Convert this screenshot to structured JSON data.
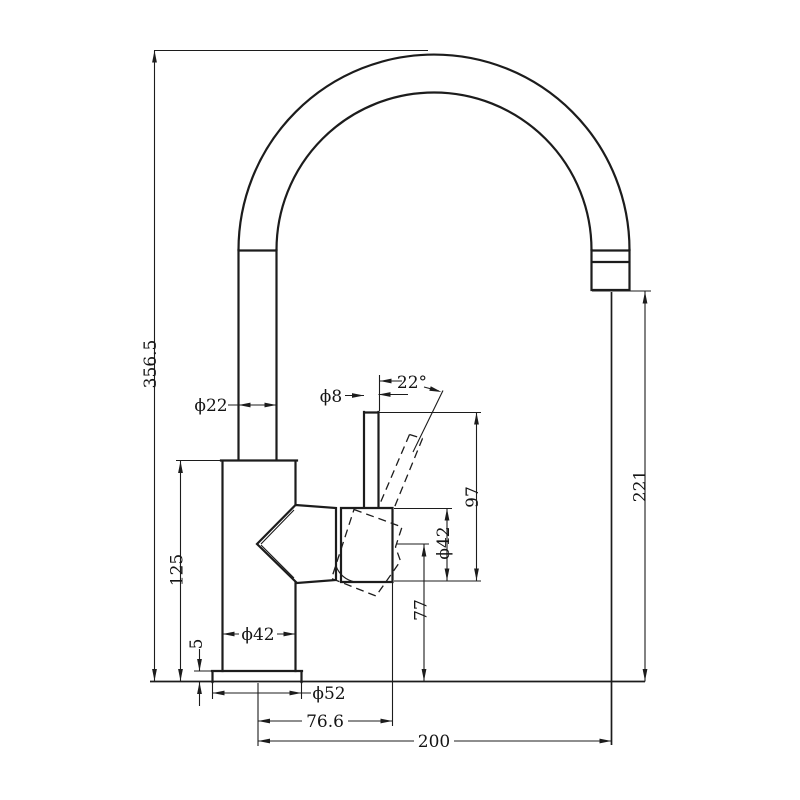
{
  "drawing": {
    "title": "kitchen-mixer-tap-technical-drawing",
    "colors": {
      "line": "#1c1c1c",
      "background": "#ffffff"
    },
    "dimensions": {
      "total_height": "356.5",
      "riser_diameter": "ϕ22",
      "handle_rod_diameter": "ϕ8",
      "handle_angle": "22°",
      "handle_length": "97",
      "cartridge_diameter": "ϕ42",
      "body_diameter": "ϕ42",
      "body_height": "125",
      "base_plate_thickness": "5",
      "base_diameter": "ϕ52",
      "handle_center_height": "77",
      "handle_offset": "76.6",
      "spout_reach": "200",
      "outlet_height": "221"
    }
  }
}
